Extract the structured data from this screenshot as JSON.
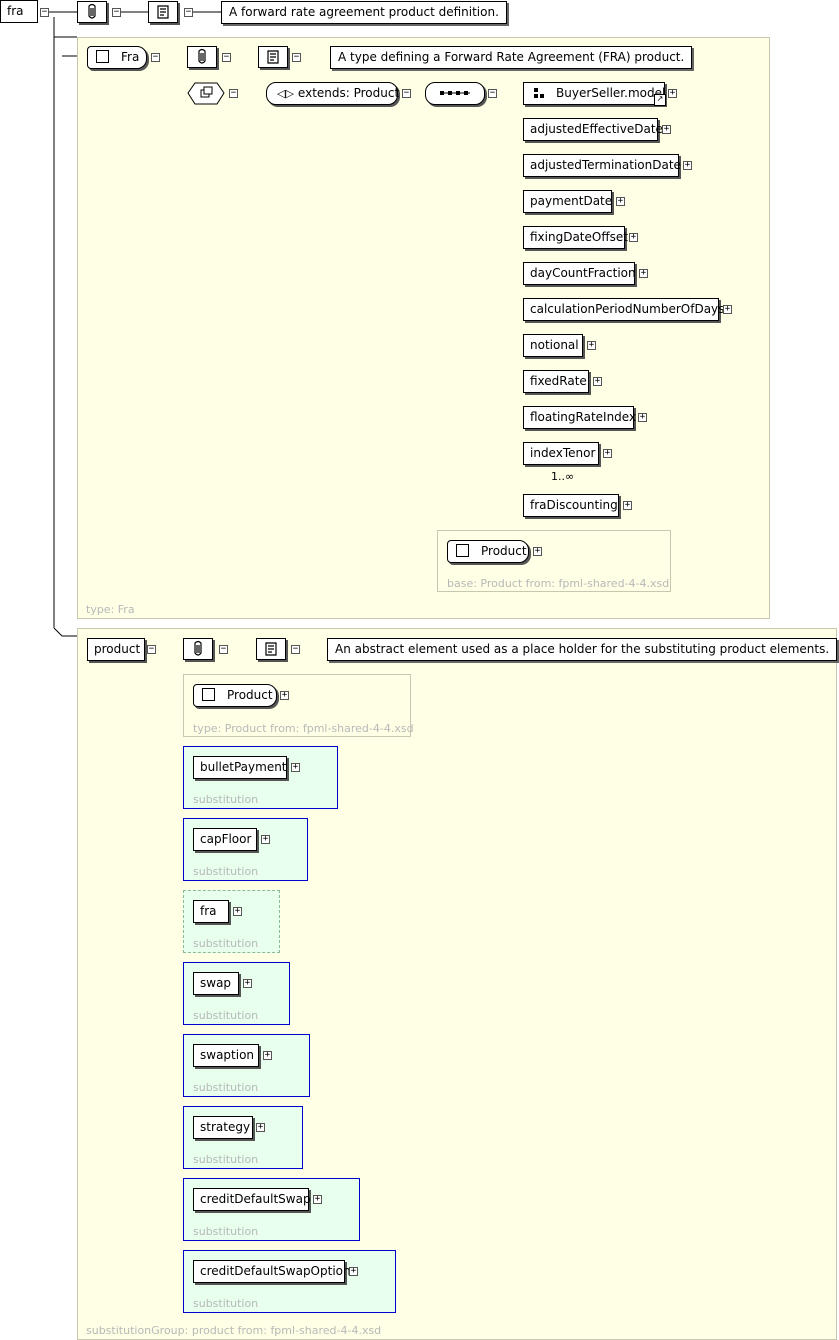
{
  "root": {
    "name": "fra",
    "doc": "A forward rate agreement product definition."
  },
  "fra_type": {
    "name": "Fra",
    "doc": "A type defining a Forward Rate Agreement (FRA) product.",
    "extends_label": "extends: Product",
    "footer": "type: Fra",
    "elements": [
      {
        "label": "BuyerSeller.model"
      },
      {
        "label": "adjustedEffectiveDate"
      },
      {
        "label": "adjustedTerminationDate"
      },
      {
        "label": "paymentDate"
      },
      {
        "label": "fixingDateOffset"
      },
      {
        "label": "dayCountFraction"
      },
      {
        "label": "calculationPeriodNumberOfDays"
      },
      {
        "label": "notional"
      },
      {
        "label": "fixedRate"
      },
      {
        "label": "floatingRateIndex"
      },
      {
        "label": "indexTenor"
      },
      {
        "label": "fraDiscounting"
      }
    ],
    "index_tenor_cardinality": "1..∞",
    "base": {
      "name": "Product",
      "footer": "base: Product from: fpml-shared-4-4.xsd"
    }
  },
  "product": {
    "name": "product",
    "doc": "An abstract element used as a place holder for the substituting product elements.",
    "type_box": {
      "name": "Product",
      "footer": "type: Product from: fpml-shared-4-4.xsd"
    },
    "substitution_label": "substitution",
    "substitutions": [
      {
        "label": "bulletPayment"
      },
      {
        "label": "capFloor"
      },
      {
        "label": "fra"
      },
      {
        "label": "swap"
      },
      {
        "label": "swaption"
      },
      {
        "label": "strategy"
      },
      {
        "label": "creditDefaultSwap"
      },
      {
        "label": "creditDefaultSwapOption"
      }
    ],
    "footer": "substitutionGroup: product from: fpml-shared-4-4.xsd"
  }
}
